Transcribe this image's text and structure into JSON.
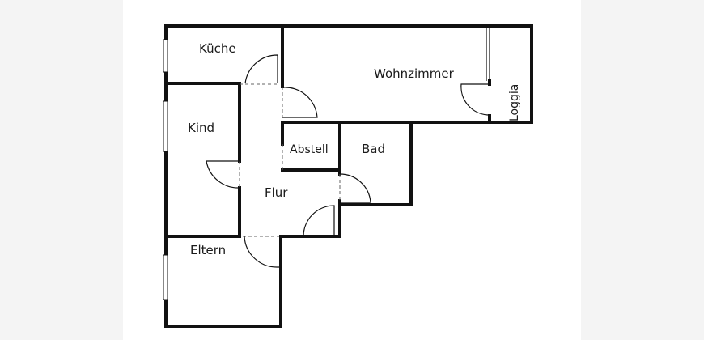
{
  "plan": {
    "type": "floor-plan",
    "colors": {
      "wall": "#111111",
      "background": "#ffffff",
      "page": "#f4f4f4"
    },
    "rooms": [
      {
        "id": "kueche",
        "label": "Küche"
      },
      {
        "id": "wohnzimmer",
        "label": "Wohnzimmer"
      },
      {
        "id": "loggia",
        "label": "Loggia"
      },
      {
        "id": "kind",
        "label": "Kind"
      },
      {
        "id": "abstell",
        "label": "Abstell"
      },
      {
        "id": "bad",
        "label": "Bad"
      },
      {
        "id": "flur",
        "label": "Flur"
      },
      {
        "id": "eltern",
        "label": "Eltern"
      }
    ]
  }
}
